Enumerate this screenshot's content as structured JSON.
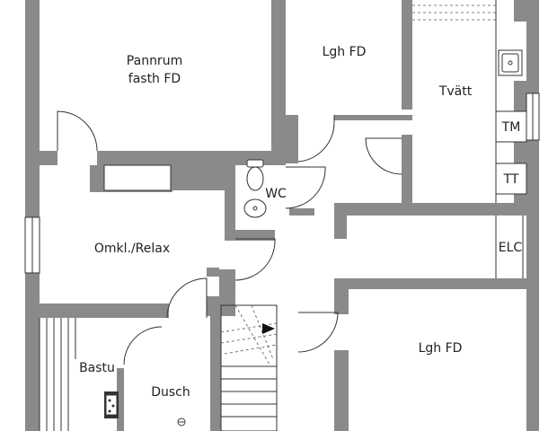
{
  "colors": {
    "wall": "#8a8a8a",
    "line": "#333333",
    "background": "#ffffff"
  },
  "rooms": {
    "pannrum": {
      "line1": "Pannrum",
      "line2": "fasth FD"
    },
    "lgh_fd_top": "Lgh FD",
    "tvatt": "Tvätt",
    "tm": "TM",
    "tt": "TT",
    "wc": "WC",
    "omkl_relax": "Omkl./Relax",
    "elc": "ELC",
    "bastu": "Bastu",
    "dusch": "Dusch",
    "lgh_fd_bottom": "Lgh FD"
  },
  "icons": [
    "sink-icon",
    "toilet-icon",
    "stair-arrow-icon",
    "sauna-heater-icon",
    "drain-icon"
  ]
}
